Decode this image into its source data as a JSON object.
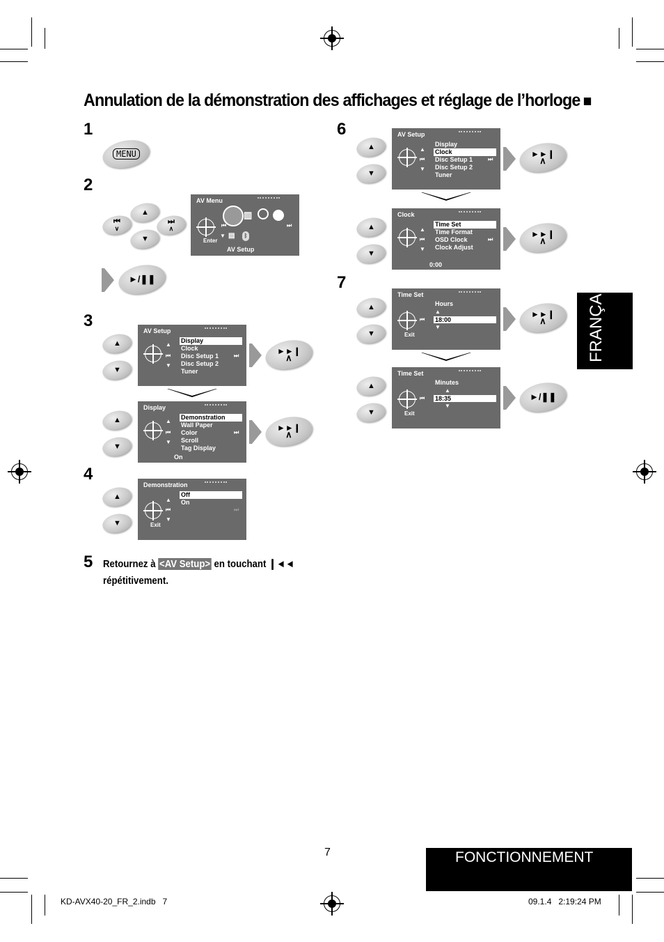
{
  "title": "Annulation de la démonstration des affichages et réglage de l’horloge",
  "steps": {
    "s1": "1",
    "s2": "2",
    "s3": "3",
    "s4": "4",
    "s5": "5",
    "s6": "6",
    "s7": "7"
  },
  "buttons": {
    "menu": "MENU",
    "play_pause": "►/❚❚",
    "next": "►►❙",
    "prev": "❙◄◄"
  },
  "av_menu": {
    "header": "AV Menu",
    "enter": "Enter",
    "footer": "AV Setup"
  },
  "screens": {
    "av_setup": {
      "header": "AV Setup",
      "items": [
        "Display",
        "Clock",
        "Disc Setup 1",
        "Disc Setup 2",
        "Tuner"
      ]
    },
    "display": {
      "header": "Display",
      "items": [
        "Demonstration",
        "Wall Paper",
        "Color",
        "Scroll",
        "Tag Display"
      ],
      "value": "On"
    },
    "demonstration": {
      "header": "Demonstration",
      "items": [
        "Off",
        "On"
      ],
      "exit": "Exit"
    },
    "av_setup_clock": {
      "header": "AV Setup",
      "items": [
        "Display",
        "Clock",
        "Disc Setup 1",
        "Disc Setup 2",
        "Tuner"
      ]
    },
    "clock": {
      "header": "Clock",
      "items": [
        "Time Set",
        "Time Format",
        "OSD Clock",
        "Clock Adjust"
      ],
      "value": "0:00"
    },
    "time_set_hours": {
      "header": "Time Set",
      "label": "Hours",
      "value": "18:00",
      "exit": "Exit"
    },
    "time_set_minutes": {
      "header": "Time Set",
      "label": "Minutes",
      "value": "18:35",
      "exit": "Exit"
    }
  },
  "step5": {
    "text_a": "Retournez à",
    "highlight": "<AV Setup>",
    "text_b": "en touchant",
    "icon": "❙◄◄",
    "text_c": "répétitivement."
  },
  "side_tab": "FRANÇAIS",
  "section": "FONCTIONNEMENT",
  "page_number": "7",
  "footer": {
    "file": "KD-AVX40-20_FR_2.indb   7",
    "date": "09.1.4   2:19:24 PM"
  }
}
